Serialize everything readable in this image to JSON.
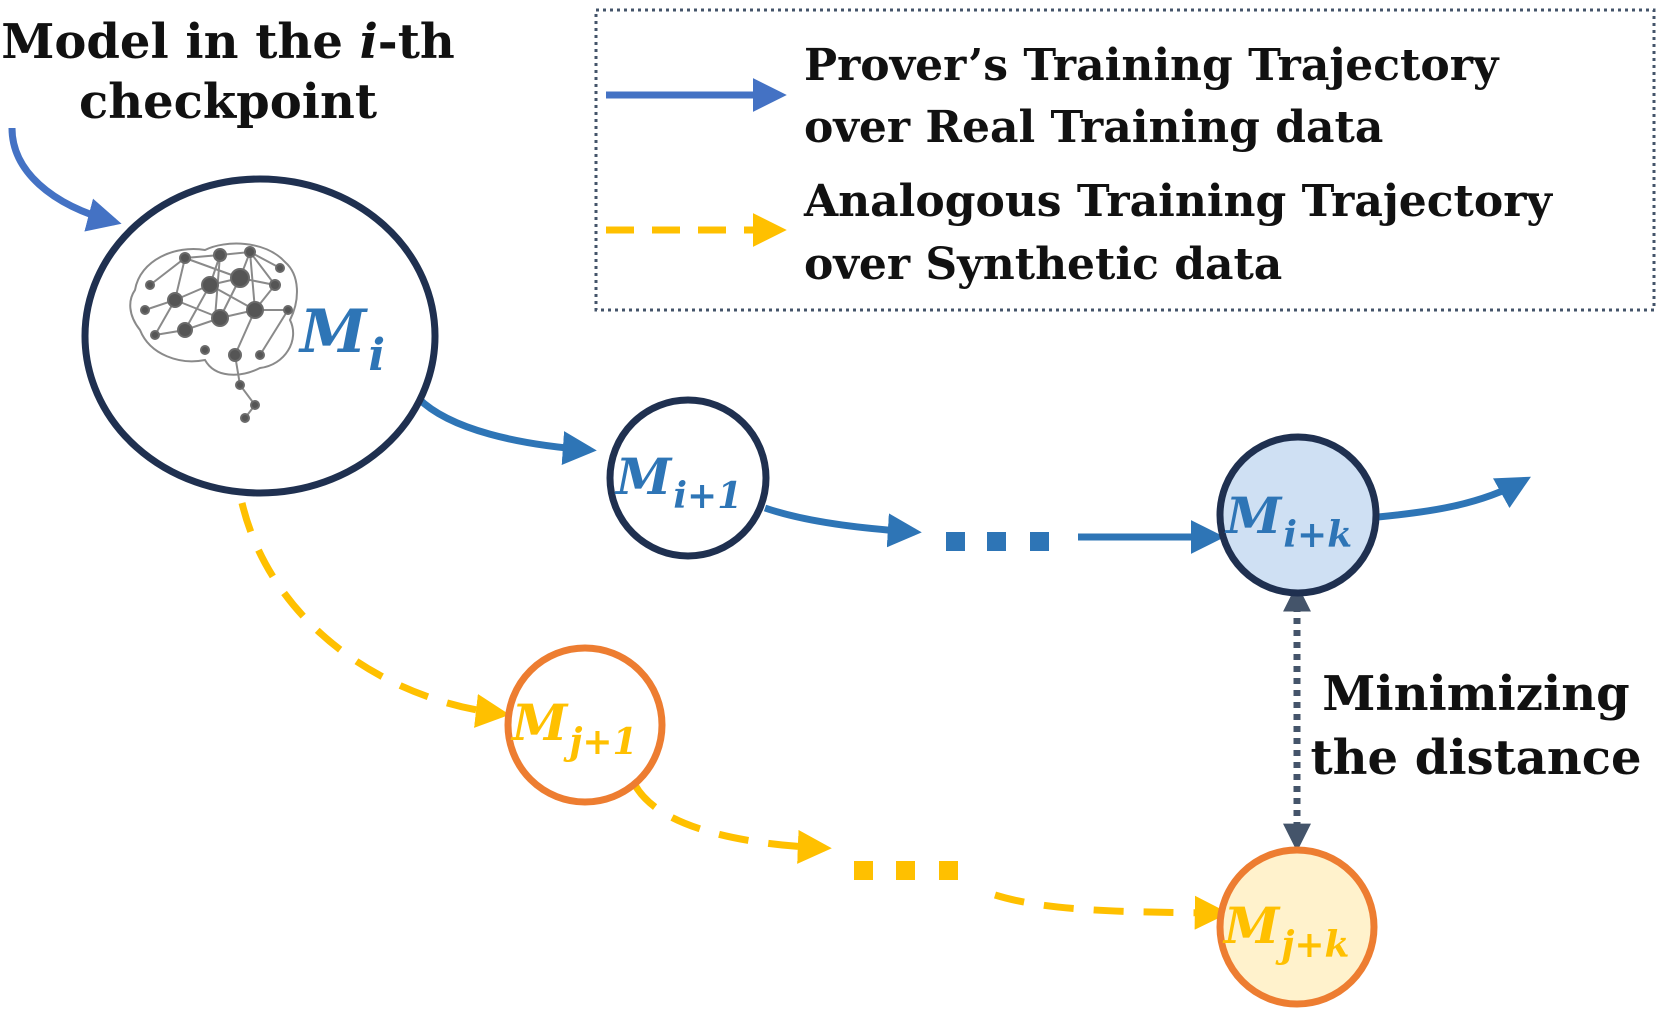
{
  "annotation": {
    "line1_prefix": "Model in the ",
    "line1_italic": "i",
    "line1_suffix": "-th",
    "line2": "checkpoint"
  },
  "legend": {
    "real": {
      "line1": "Prover’s Training Trajectory",
      "line2": "over Real Training data"
    },
    "synthetic": {
      "line1": "Analogous Training Trajectory",
      "line2": "over Synthetic data"
    }
  },
  "nodes": {
    "m_i": {
      "main": "M",
      "sub": "i"
    },
    "m_i1": {
      "main": "M",
      "sub": "i+1"
    },
    "m_ik": {
      "main": "M",
      "sub": "i+k"
    },
    "m_j1": {
      "main": "M",
      "sub": "j+1"
    },
    "m_jk": {
      "main": "M",
      "sub": "j+k"
    }
  },
  "distance_label": {
    "line1": "Minimizing",
    "line2": "the distance"
  },
  "colors": {
    "blue": "#2E75B6",
    "legend_blue": "#4472C4",
    "yellow": "#FFC000",
    "orange": "#ED7D31",
    "navy": "#1F3050",
    "light_blue_fill": "#CFE0F3",
    "light_yellow_fill": "#FFF2CC",
    "gray_dark": "#44546A"
  },
  "icons": {
    "brain": "brain-network-icon"
  }
}
